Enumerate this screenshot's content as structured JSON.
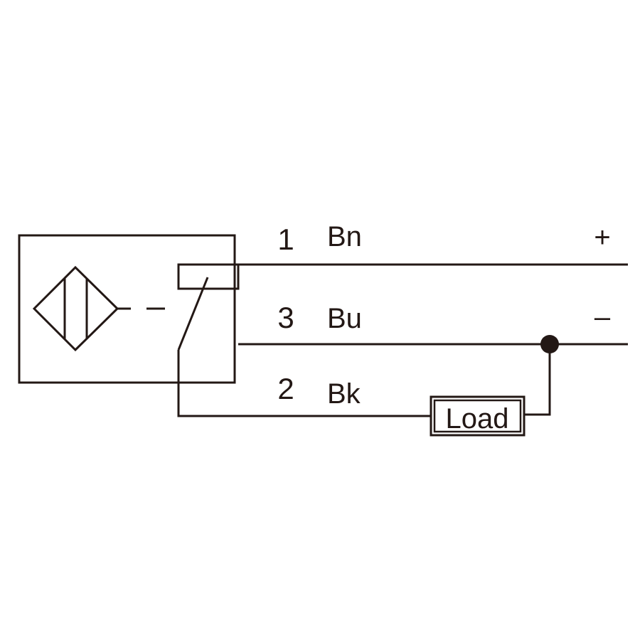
{
  "wires": [
    {
      "pin": "1",
      "color": "Bn",
      "polarity": "+"
    },
    {
      "pin": "3",
      "color": "Bu",
      "polarity": "–"
    },
    {
      "pin": "2",
      "color": "Bk",
      "polarity": ""
    }
  ],
  "load": {
    "label": "Load"
  },
  "colors": {
    "line": "#231815",
    "background": "#ffffff"
  }
}
